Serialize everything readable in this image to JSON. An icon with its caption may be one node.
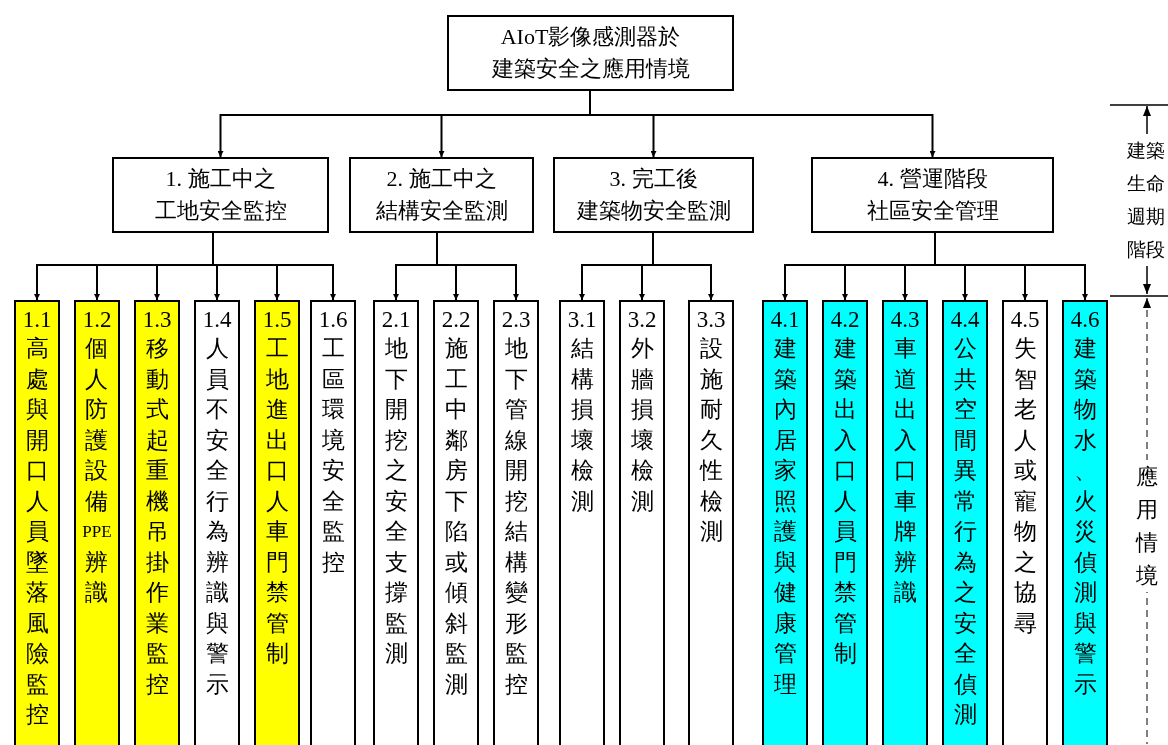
{
  "diagram": {
    "nodes": [
      {
        "text": [
          "AIoT影像感測器於建築安全之應用情境"
        ]
      },
      {
        "text": [
          "1. 施工中之工地安全監控"
        ]
      },
      {
        "text": [
          "2. 施工中之結構安全監測"
        ]
      },
      {
        "text": [
          "3. 完工後建築物安全監測"
        ]
      },
      {
        "text": [
          "4. 營運階段社區安全管理"
        ]
      },
      {
        "text": [
          "1.1",
          "高處與開口人員墜落風險監控"
        ]
      },
      {
        "text": [
          "1.2",
          "個人防護設備PPE辨識"
        ]
      },
      {
        "text": [
          "1.3",
          "移動式起重機吊掛作業監控"
        ]
      },
      {
        "text": [
          "1.4",
          "人員不安全行為辨識與警示"
        ]
      },
      {
        "text": [
          "1.5",
          "工地進出口人車門禁管制"
        ]
      },
      {
        "text": [
          "1.6",
          "工區環境安全監控"
        ]
      },
      {
        "text": [
          "2.1",
          "地下開挖之安全支撐監測"
        ]
      },
      {
        "text": [
          "2.2",
          "施工中鄰房下陷或傾斜監測"
        ]
      },
      {
        "text": [
          "2.3",
          "地下管線開挖結構變形監控"
        ]
      },
      {
        "text": [
          "3.1",
          "結構損壞檢測"
        ]
      },
      {
        "text": [
          "3.2",
          "外牆損壞檢測"
        ]
      },
      {
        "text": [
          "3.3",
          "設施耐久性檢測"
        ]
      },
      {
        "text": [
          "4.1",
          "建築內居家照護與健康管理"
        ]
      },
      {
        "text": [
          "4.2",
          "建築出入口人員門禁管制"
        ]
      },
      {
        "text": [
          "4.3",
          "車道出入口車牌辨識"
        ]
      },
      {
        "text": [
          "4.4",
          "公共空間異常行為之安全偵測"
        ]
      },
      {
        "text": [
          "4.5",
          "失智老人或寵物之協尋"
        ]
      },
      {
        "text": [
          "4.6",
          "建築物水、火災偵測與警示"
        ]
      }
    ],
    "edges": [
      {
        "from": 0,
        "to": 1,
        "arrow": "to"
      },
      {
        "from": 0,
        "to": 2,
        "arrow": "to"
      },
      {
        "from": 0,
        "to": 3,
        "arrow": "to"
      },
      {
        "from": 0,
        "to": 4,
        "arrow": "to"
      },
      {
        "from": 1,
        "to": 5,
        "arrow": "to"
      },
      {
        "from": 1,
        "to": 6,
        "arrow": "to"
      },
      {
        "from": 1,
        "to": 7,
        "arrow": "to"
      },
      {
        "from": 1,
        "to": 8,
        "arrow": "to"
      },
      {
        "from": 1,
        "to": 9,
        "arrow": "to"
      },
      {
        "from": 1,
        "to": 10,
        "arrow": "to"
      },
      {
        "from": 2,
        "to": 11,
        "arrow": "to"
      },
      {
        "from": 2,
        "to": 12,
        "arrow": "to"
      },
      {
        "from": 2,
        "to": 13,
        "arrow": "to"
      },
      {
        "from": 3,
        "to": 14,
        "arrow": "to"
      },
      {
        "from": 3,
        "to": 15,
        "arrow": "to"
      },
      {
        "from": 3,
        "to": 16,
        "arrow": "to"
      },
      {
        "from": 4,
        "to": 17,
        "arrow": "to"
      },
      {
        "from": 4,
        "to": 18,
        "arrow": "to"
      },
      {
        "from": 4,
        "to": 19,
        "arrow": "to"
      },
      {
        "from": 4,
        "to": 20,
        "arrow": "to"
      },
      {
        "from": 4,
        "to": 21,
        "arrow": "to"
      },
      {
        "from": 4,
        "to": 22,
        "arrow": "to"
      }
    ],
    "labels": [
      "建築生命週期階段",
      "應用情境"
    ]
  }
}
